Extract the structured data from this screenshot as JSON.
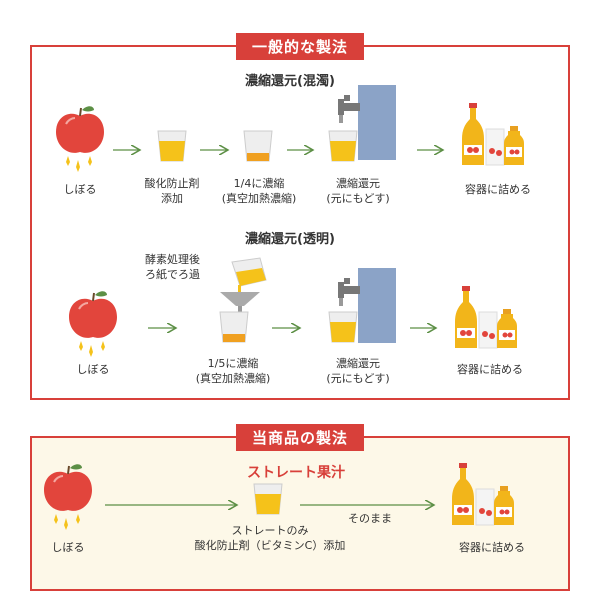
{
  "colors": {
    "accent": "#d8403a",
    "arrow": "#5c8f45",
    "juice": "#f5c21a",
    "bottle": "#f2b51a",
    "apple": "#e2453c",
    "water": "#8ba3c7",
    "panel2_bg": "#fdf8e8"
  },
  "section1": {
    "title": "一般的な製法",
    "cloudy": {
      "heading": "濃縮還元(混濁)",
      "step1": "しぼる",
      "step2_l1": "酸化防止剤",
      "step2_l2": "添加",
      "step3_l1": "1/4に濃縮",
      "step3_l2": "(真空加熱濃縮)",
      "step4_l1": "濃縮還元",
      "step4_l2": "(元にもどす)",
      "step5": "容器に詰める"
    },
    "clear": {
      "heading": "濃縮還元(透明)",
      "enzyme_l1": "酵素処理後",
      "enzyme_l2": "ろ紙でろ過",
      "step1": "しぼる",
      "step2_l1": "1/5に濃縮",
      "step2_l2": "(真空加熱濃縮)",
      "step3_l1": "濃縮還元",
      "step3_l2": "(元にもどす)",
      "step4": "容器に詰める"
    }
  },
  "section2": {
    "title": "当商品の製法",
    "heading": "ストレート果汁",
    "step1": "しぼる",
    "step2_l1": "ストレートのみ",
    "step2_l2": "酸化防止剤（ビタミンC）添加",
    "as_is": "そのまま",
    "step3": "容器に詰める"
  }
}
